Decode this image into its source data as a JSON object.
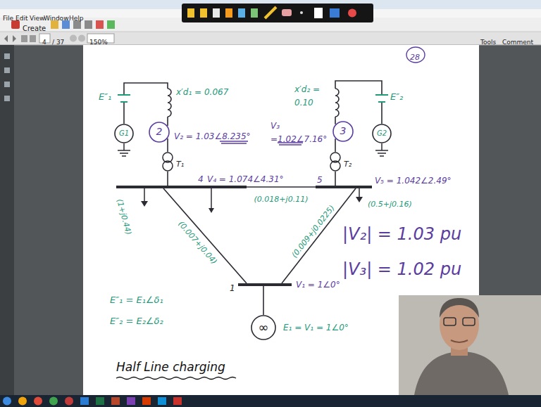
{
  "diagram": {
    "nodes": [
      {
        "text": [
          "G1"
        ]
      },
      {
        "text": [
          "2"
        ]
      },
      {
        "text": [
          "3"
        ]
      },
      {
        "text": [
          "G2"
        ]
      },
      {
        "text": [
          "4"
        ]
      },
      {
        "text": [
          "5"
        ]
      },
      {
        "text": [
          "1"
        ]
      },
      {
        "text": [
          "∞"
        ]
      }
    ],
    "edges": [
      {
        "from": 0,
        "to": 1,
        "arrow": "none"
      },
      {
        "from": 1,
        "to": 4,
        "arrow": "none"
      },
      {
        "from": 3,
        "to": 2,
        "arrow": "none"
      },
      {
        "from": 2,
        "to": 5,
        "arrow": "none"
      },
      {
        "from": 4,
        "to": 5,
        "label": "(0.018+j0.11)",
        "arrow": "none"
      },
      {
        "from": 4,
        "to": 6,
        "label": "(0.007+j0.04)",
        "arrow": "none"
      },
      {
        "from": 5,
        "to": 6,
        "label": "(0.009+j0.0225)",
        "arrow": "none"
      },
      {
        "from": 6,
        "to": 7,
        "arrow": "none"
      }
    ],
    "labels": [
      "File",
      "Edit",
      "View",
      "Window",
      "Help",
      "Create",
      "4",
      "/ 37",
      "150%",
      "Tools",
      "Comment",
      "28",
      "E″₁",
      "x′d₁ = 0.067",
      "x′d₂ = 0.10",
      "E″₂",
      "V₂ = 1.03∠8.235°",
      "V₃ =1.02∠7.16°",
      "T₁",
      "T₂",
      "V₄ = 1.074∠4.31°",
      "V₅ = 1.042∠2.49°",
      "(1+j0.44)",
      "(0.5+j0.16)",
      "|V₂| = 1.03 pu",
      "|V₃| = 1.02 pu",
      "V₁ = 1∠0°",
      "E″₁ = E₁∠δ₁",
      "E″₂ = E₂∠δ₂",
      "E₁ = V₁ = 1∠0°",
      "Half Line charging"
    ]
  }
}
